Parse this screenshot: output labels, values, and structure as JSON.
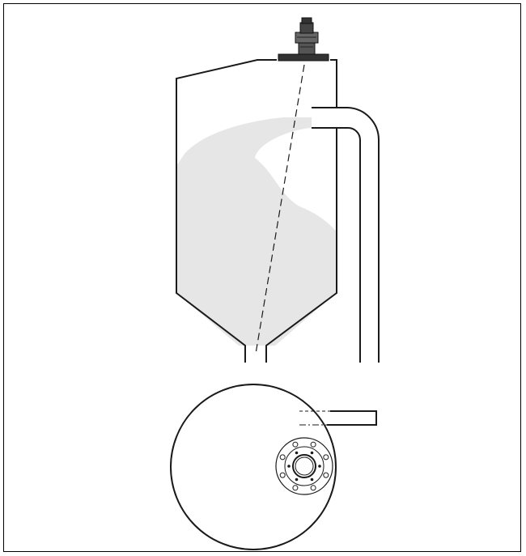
{
  "diagram": {
    "type": "technical-drawing",
    "views": [
      "side-section",
      "top-view"
    ],
    "components": [
      "radar-sensor",
      "mounting-flange",
      "silo-vessel",
      "bulk-material-fill",
      "filling-pipe",
      "outlet-pipe",
      "measurement-beam",
      "top-view-flange-bolt-circle"
    ],
    "top_view": {
      "bolt_hole_count": 8
    }
  },
  "colors": {
    "line": "#1a1a1a",
    "fill_material": "#e6e6e6",
    "background": "#ffffff",
    "sensor_body": "#444444"
  }
}
